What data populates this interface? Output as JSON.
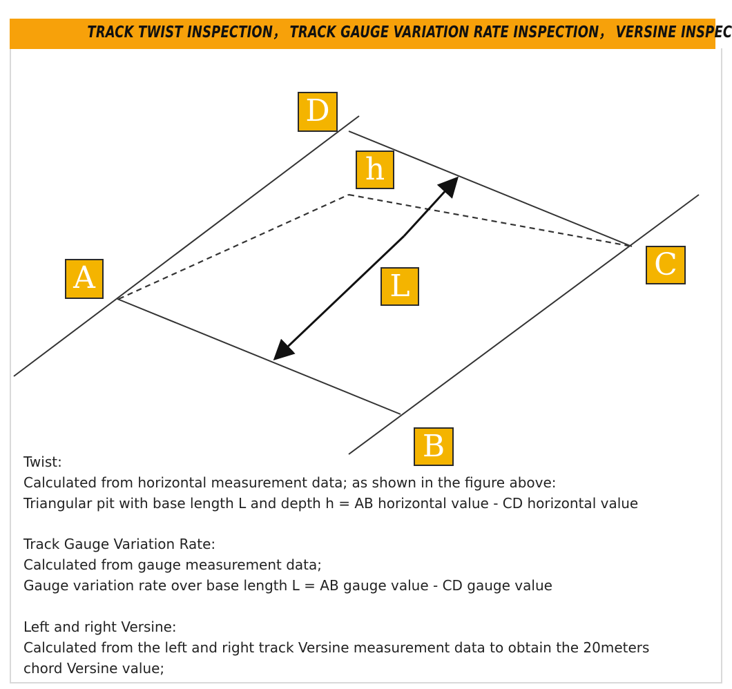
{
  "header": {
    "title": "TRACK TWIST INSPECTION，  TRACK GAUGE VARIATION RATE  INSPECTION，  VERSINE INSPECTION",
    "bar_color": "#f7a10a"
  },
  "diagram": {
    "labels": {
      "a": "A",
      "b": "B",
      "c": "C",
      "d": "D",
      "h": "h",
      "l": "L"
    },
    "label_fill_color": "#f4b400"
  },
  "sections": {
    "twist": {
      "heading": "Twist:",
      "line1": "Calculated from horizontal measurement data; as shown in the figure above:",
      "line2": "Triangular pit with base length L and depth h = AB horizontal value - CD horizontal value"
    },
    "gauge": {
      "heading": "Track Gauge Variation Rate:",
      "line1": "Calculated from gauge measurement data;",
      "line2": "Gauge variation rate over base length L = AB gauge value - CD gauge value"
    },
    "versine": {
      "heading": "Left and right Versine:",
      "line1": "Calculated from the left and right track Versine measurement data to obtain the 20meters",
      "line2": "chord Versine value;"
    }
  }
}
